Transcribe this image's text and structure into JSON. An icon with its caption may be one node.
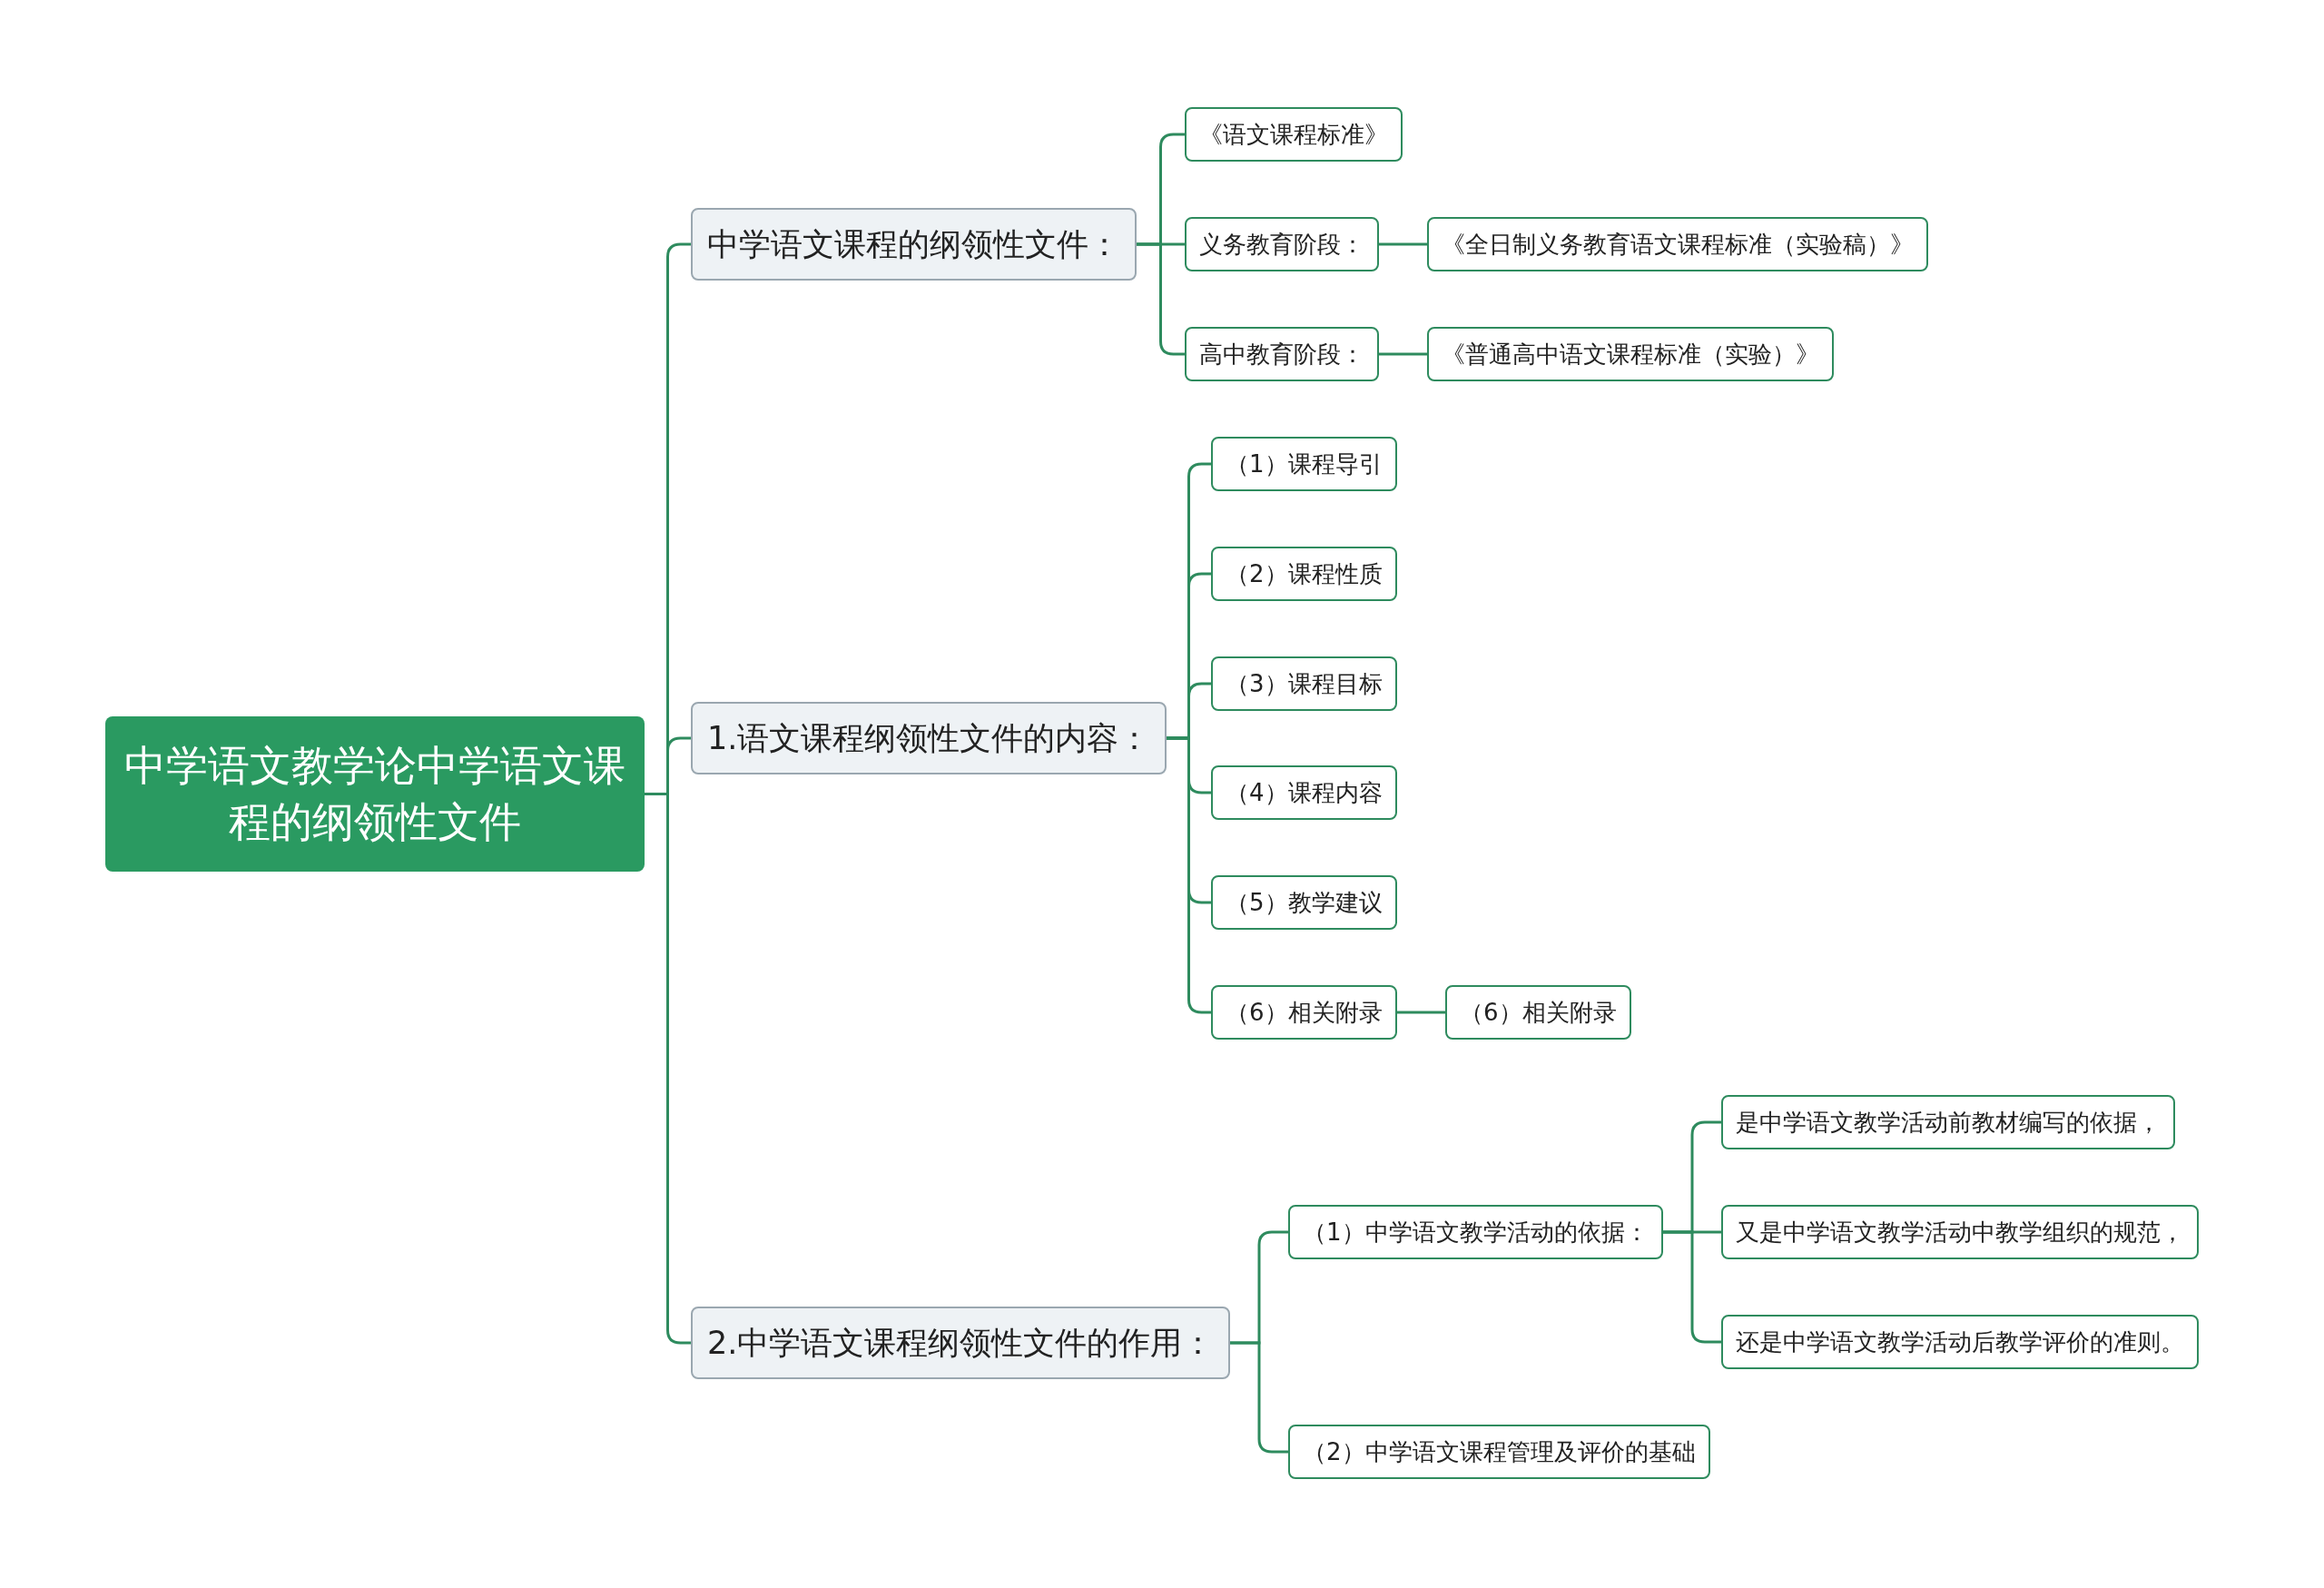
{
  "diagram": {
    "nodes": [
      {
        "text": [
          "中学语文教学论中学语文课程的纲领性文件"
        ]
      },
      {
        "text": [
          "中学语文课程的纲领性文件："
        ]
      },
      {
        "text": [
          "《语文课程标准》"
        ]
      },
      {
        "text": [
          "义务教育阶段："
        ]
      },
      {
        "text": [
          "《全日制义务教育语文课程标准（实验稿）》"
        ]
      },
      {
        "text": [
          "高中教育阶段："
        ]
      },
      {
        "text": [
          "《普通高中语文课程标准（实验）》"
        ]
      },
      {
        "text": [
          "1.语文课程纲领性文件的内容："
        ]
      },
      {
        "text": [
          "（1）课程导引"
        ]
      },
      {
        "text": [
          "（2）课程性质"
        ]
      },
      {
        "text": [
          "（3）课程目标"
        ]
      },
      {
        "text": [
          "（4）课程内容"
        ]
      },
      {
        "text": [
          "（5）教学建议"
        ]
      },
      {
        "text": [
          "（6）相关附录"
        ]
      },
      {
        "text": [
          "（6）相关附录"
        ]
      },
      {
        "text": [
          "2.中学语文课程纲领性文件的作用："
        ]
      },
      {
        "text": [
          "（1）中学语文教学活动的依据："
        ]
      },
      {
        "text": [
          "是中学语文教学活动前教材编写的依据，"
        ]
      },
      {
        "text": [
          "又是中学语文教学活动中教学组织的规范，"
        ]
      },
      {
        "text": [
          "还是中学语文教学活动后教学评价的准则。"
        ]
      },
      {
        "text": [
          "（2）中学语文课程管理及评价的基础"
        ]
      }
    ],
    "edges": [
      {
        "from": 0,
        "to": 1,
        "arrow": "none"
      },
      {
        "from": 0,
        "to": 7,
        "arrow": "none"
      },
      {
        "from": 0,
        "to": 15,
        "arrow": "none"
      },
      {
        "from": 1,
        "to": 2,
        "arrow": "none"
      },
      {
        "from": 1,
        "to": 3,
        "arrow": "none"
      },
      {
        "from": 1,
        "to": 5,
        "arrow": "none"
      },
      {
        "from": 3,
        "to": 4,
        "arrow": "none"
      },
      {
        "from": 5,
        "to": 6,
        "arrow": "none"
      },
      {
        "from": 7,
        "to": 8,
        "arrow": "none"
      },
      {
        "from": 7,
        "to": 9,
        "arrow": "none"
      },
      {
        "from": 7,
        "to": 10,
        "arrow": "none"
      },
      {
        "from": 7,
        "to": 11,
        "arrow": "none"
      },
      {
        "from": 7,
        "to": 12,
        "arrow": "none"
      },
      {
        "from": 7,
        "to": 13,
        "arrow": "none"
      },
      {
        "from": 13,
        "to": 14,
        "arrow": "none"
      },
      {
        "from": 15,
        "to": 16,
        "arrow": "none"
      },
      {
        "from": 15,
        "to": 20,
        "arrow": "none"
      },
      {
        "from": 16,
        "to": 17,
        "arrow": "none"
      },
      {
        "from": 16,
        "to": 18,
        "arrow": "none"
      },
      {
        "from": 16,
        "to": 19,
        "arrow": "none"
      }
    ]
  }
}
